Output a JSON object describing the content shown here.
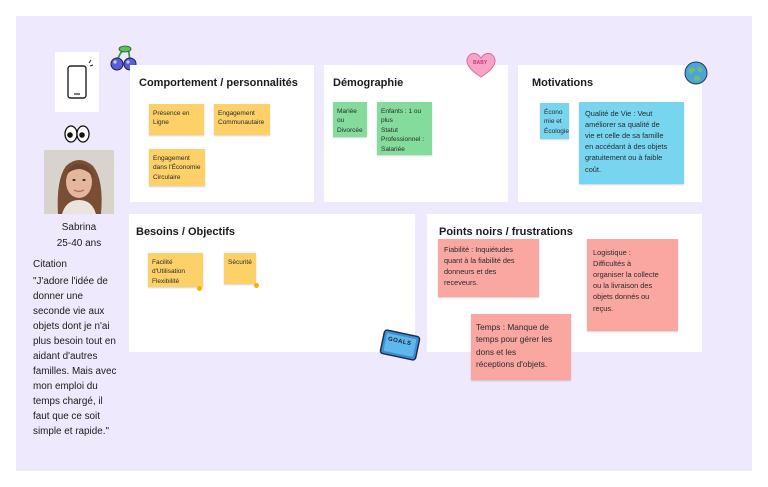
{
  "persona": {
    "name": "Sabrina",
    "age": "25-40 ans",
    "quote_label": "Citation",
    "quote_lines": [
      "\"J'adore l'idée de",
      "donner une",
      "seconde vie aux",
      "objets dont je n'ai",
      "plus besoin tout en",
      "aidant d'autres",
      "familles. Mais avec",
      "mon emploi du",
      "temps chargé, il",
      "faut que ce soit",
      "simple et rapide.\""
    ]
  },
  "panels": {
    "comportement": {
      "title": "Comportement / personnalités",
      "notes": [
        {
          "lines": [
            "Présence en",
            "Ligne"
          ]
        },
        {
          "lines": [
            "Engagement",
            "Communautaire"
          ]
        },
        {
          "lines": [
            "Engagement",
            "dans l'Économie",
            "Circulaire"
          ]
        }
      ]
    },
    "demographie": {
      "title": "Démographie",
      "notes": [
        {
          "lines": [
            "Mariée",
            "ou",
            "Divorcée"
          ]
        },
        {
          "lines": [
            "Enfants : 1 ou",
            "plus",
            "Statut",
            "Professionnel :",
            "Salariée"
          ]
        }
      ]
    },
    "motivations": {
      "title": "Motivations",
      "notes": [
        {
          "lines": [
            "Écono",
            "mie et",
            "Écologie"
          ]
        },
        {
          "lines": [
            "Qualité de Vie : Veut",
            "améliorer sa qualité de",
            "vie et celle de sa famille",
            "en accédant à des objets",
            "gratuitement ou à faible",
            "coût."
          ]
        }
      ]
    },
    "besoins": {
      "title": "Besoins / Objectifs",
      "notes": [
        {
          "lines": [
            "Facilité",
            "d'Utilisation",
            "Flexibilité"
          ]
        },
        {
          "lines": [
            "Sécurité"
          ]
        }
      ]
    },
    "points_noirs": {
      "title": "Points noirs /  frustrations",
      "notes": [
        {
          "lines": [
            "Fiabilité : Inquiétudes",
            "quant à la fiabilité des",
            "donneurs et des",
            "receveurs."
          ]
        },
        {
          "lines": [
            "Logistique :",
            "Difficultés à",
            "organiser la collecte",
            "ou la livraison des",
            "objets donnés ou",
            "reçus."
          ]
        },
        {
          "lines": [
            "Temps : Manque de",
            "temps pour gérer les",
            "dons et les",
            "réceptions d'objets."
          ]
        }
      ]
    }
  },
  "stickers": {
    "heart_text": "BABY",
    "ticket_text": "GOALS"
  },
  "colors": {
    "board": "#efe9fd",
    "yellow": "#fdd167",
    "green": "#84dc9c",
    "blue": "#77d5f0",
    "pink": "#f9a7a0"
  }
}
